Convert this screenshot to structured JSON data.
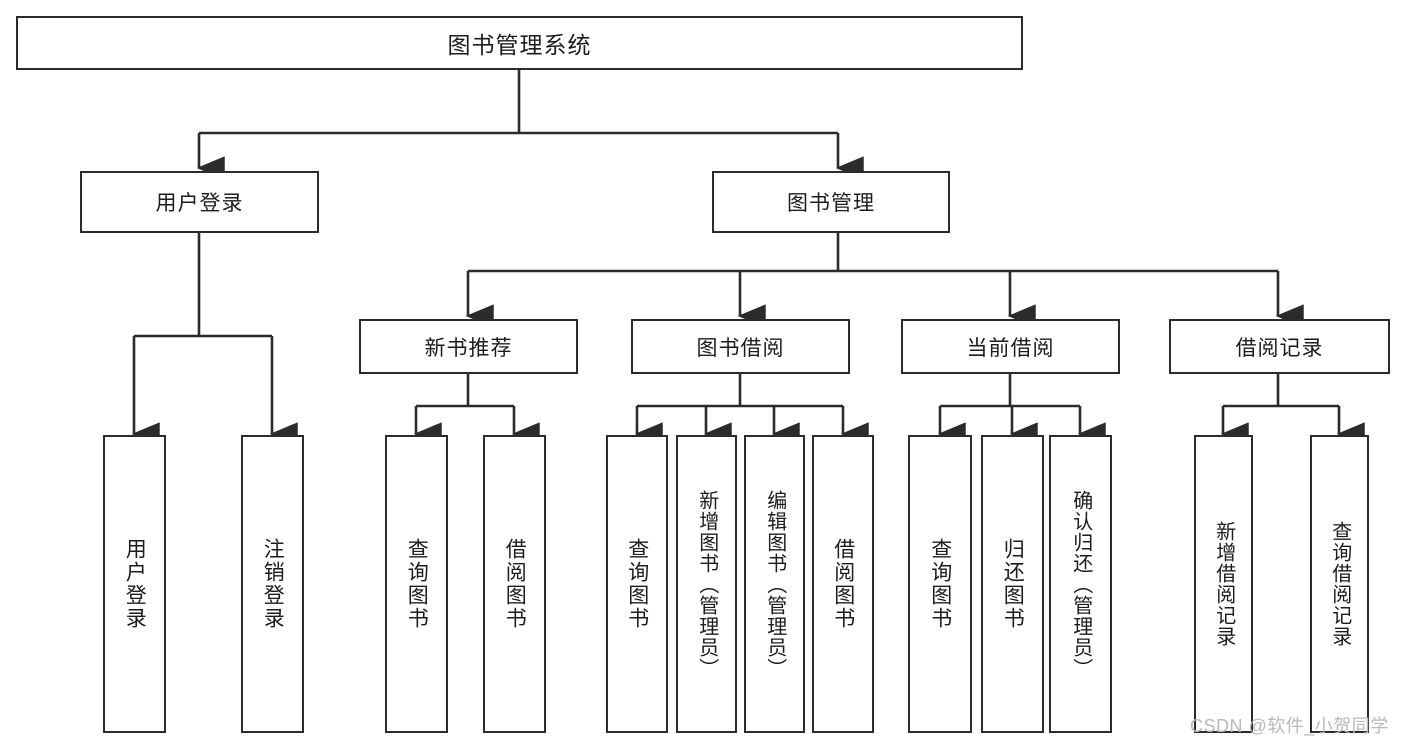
{
  "diagram": {
    "type": "tree-hierarchy",
    "title": "图书管理系统",
    "root": {
      "label": "图书管理系统"
    },
    "level2": [
      {
        "label": "用户登录"
      },
      {
        "label": "图书管理"
      }
    ],
    "level3": [
      {
        "label": "新书推荐"
      },
      {
        "label": "图书借阅"
      },
      {
        "label": "当前借阅"
      },
      {
        "label": "借阅记录"
      }
    ],
    "leaves": {
      "user_login": [
        {
          "label": "用户登录"
        },
        {
          "label": "注销登录"
        }
      ],
      "new_book_recommend": [
        {
          "label": "查询图书"
        },
        {
          "label": "借阅图书"
        }
      ],
      "book_borrow": [
        {
          "label": "查询图书"
        },
        {
          "label": "新增图书（管理员）"
        },
        {
          "label": "编辑图书（管理员）"
        },
        {
          "label": "借阅图书"
        }
      ],
      "current_borrow": [
        {
          "label": "查询图书"
        },
        {
          "label": "归还图书"
        },
        {
          "label": "确认归还（管理员）"
        }
      ],
      "borrow_record": [
        {
          "label": "新增借阅记录"
        },
        {
          "label": "查询借阅记录"
        }
      ]
    }
  },
  "watermark": {
    "text": "CSDN @软件_小贺同学"
  },
  "colors": {
    "stroke": "#2b2b2b",
    "text": "#1c1c1c",
    "background": "#ffffff",
    "watermark": "#b9b9b9"
  }
}
